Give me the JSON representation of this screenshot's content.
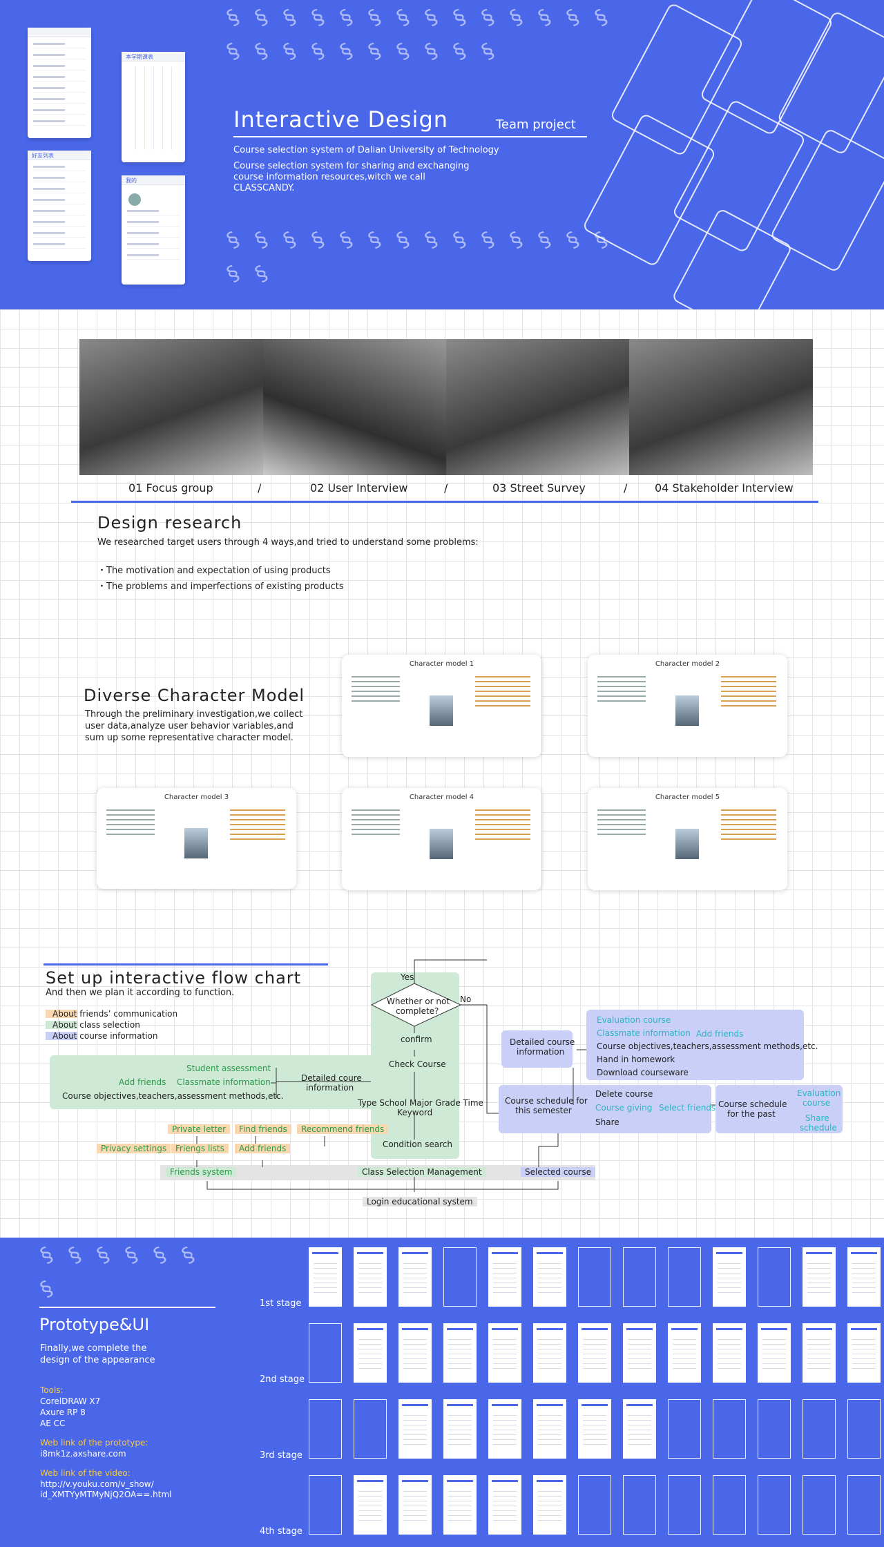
{
  "hero": {
    "title": "Interactive Design",
    "badge": "Team project",
    "subtitle": "Course selection system of Dalian University of Technology",
    "desc1": "Course selection system for sharing and exchanging",
    "desc2": "course information resources,witch we call",
    "desc3": "CLASSCANDY."
  },
  "phones": {
    "friends": "好友列表",
    "schedule": "本学期课表",
    "mine": "我的"
  },
  "research": {
    "labels": [
      "01 Focus group",
      "02 User Interview",
      "03 Street Survey",
      "04 Stakeholder Interview"
    ],
    "sep": "/",
    "title": "Design research",
    "lead": "We researched target users through 4 ways,and tried to understand some problems:",
    "bullets": [
      "・The motivation and expectation of using products",
      "・The problems and imperfections of existing products"
    ]
  },
  "character": {
    "title": "Diverse Character Model",
    "desc1": "Through the preliminary investigation,we collect",
    "desc2": "user data,analyze user behavior variables,and",
    "desc3": "sum up some representative character model.",
    "cards": [
      "Character model  1",
      "Character model  2",
      "Character model  3",
      "Character model  4",
      "Character model  5"
    ]
  },
  "flow": {
    "title": "Set up interactive flow chart",
    "sub": "And then we plan it according to function.",
    "legend": [
      "About friends’ communication",
      "About class selection",
      "About course information"
    ],
    "yes": "Yes",
    "no": "No",
    "decision": [
      "Whether or not",
      "complete?"
    ],
    "confirm": "confirm",
    "check": "Check Course",
    "keywords": [
      "Type School Major Grade Time",
      "Keyword"
    ],
    "condition": "Condition search",
    "student_assessment": "Student assessment",
    "add_friends": "Add friends",
    "classmate_info": "Classmate information",
    "course_obj": "Course objectives,teachers,assessment methods,etc.",
    "detailed_left": [
      "Detailed coure",
      "information"
    ],
    "private_letter": "Private letter",
    "find_friends": "Find friends",
    "recommend": "Recommend friends",
    "privacy": "Privacy settings",
    "friends_lists": "Friengs lists",
    "add_friends2": "Add friends",
    "friends_system": "Friends system",
    "class_mgmt": "Class Selection Management",
    "selected": "Selected course",
    "login": "Login educational system",
    "detailed_right": [
      "Detailed course",
      "information"
    ],
    "eval": "Evaluation course",
    "classmate2": "Classmate information",
    "add_friends3": "Add friends",
    "course_obj2": "Course objectives,teachers,assessment methods,etc.",
    "homework": "Hand in homework",
    "download": "Download courseware",
    "schedule_this": [
      "Course schedule for",
      "this semester"
    ],
    "delete": "Delete course",
    "giving": "Course giving",
    "select_friends": "Select friends",
    "share": "Share",
    "schedule_past": [
      "Course schedule",
      "for the past"
    ],
    "eval2": [
      "Evaluation",
      "course"
    ],
    "share2": [
      "Share",
      "schedule"
    ]
  },
  "proto": {
    "title": "Prototype&UI",
    "desc1": "Finally,we complete the",
    "desc2": "design of the appearance",
    "tools_label": "Tools:",
    "tools": [
      "CorelDRAW X7",
      "Axure RP 8",
      "AE CC"
    ],
    "web_label": "Web link of the prototype:",
    "web": "i8mk1z.axshare.com",
    "video_label": "Web link of the video:",
    "video1": "http://v.youku.com/v_show/",
    "video2": "id_XMTYyMTMyNjQ2OA==.html",
    "stages": [
      "1st stage",
      "2nd stage",
      "3rd stage",
      "4th stage"
    ]
  },
  "colors": {
    "brand": "#4a67ea",
    "green": "#2a9a47",
    "teal": "#2bb5c4"
  }
}
